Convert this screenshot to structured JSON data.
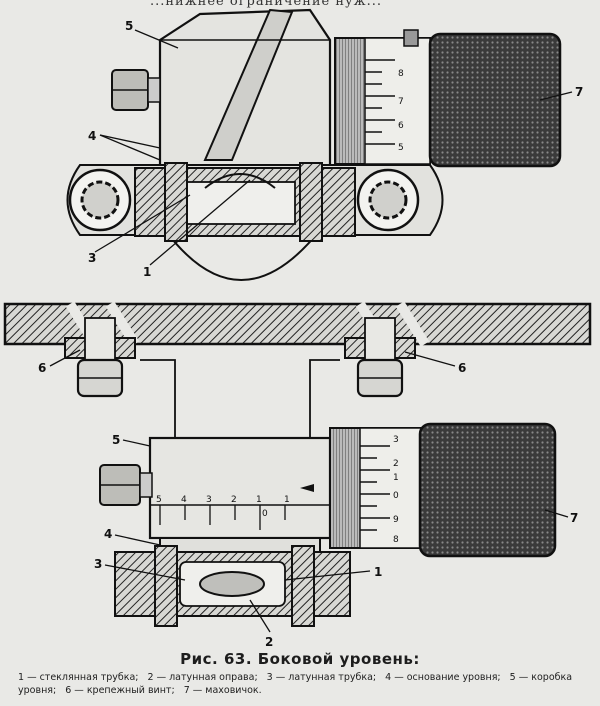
{
  "page": {
    "top_text": "...нижнее ограничение нуж...",
    "caption_title": "Рис. 63. Боковой уровень:",
    "legend": [
      "1 — стеклянная трубка;",
      "2 — латунная оправа;",
      "3 — латунная трубка;",
      "4 — основание уровня;",
      "5 — коробка уровня;",
      "6 — крепежный винт;",
      "7 — маховичок."
    ]
  },
  "figure": {
    "callouts_top": [
      "5",
      "4",
      "3",
      "1",
      "7"
    ],
    "callouts_bottom": [
      "6",
      "6",
      "5",
      "4",
      "3",
      "1",
      "2",
      "7"
    ],
    "scale_top": [
      "8",
      "7",
      "6",
      "5"
    ],
    "scale_bottom": [
      "3",
      "2",
      "1",
      "0",
      "9",
      "8"
    ],
    "scale_horizontal": [
      "5",
      "4",
      "3",
      "2",
      "1",
      "0",
      "1"
    ]
  }
}
